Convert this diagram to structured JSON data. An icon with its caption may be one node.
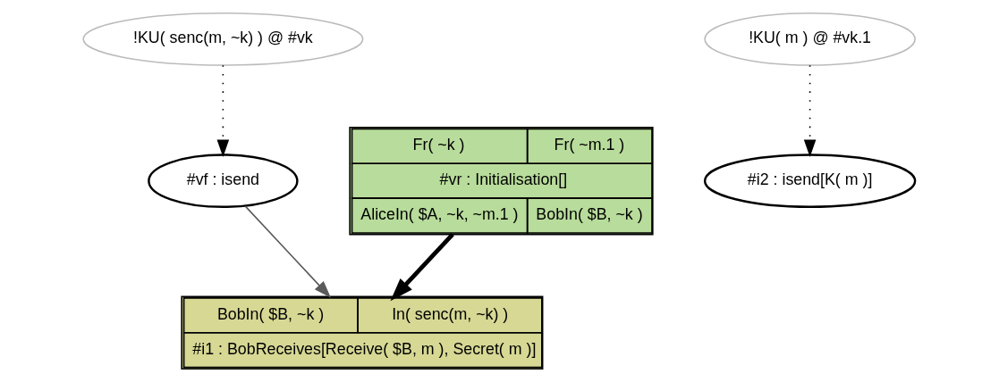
{
  "diagram": {
    "nodes": [
      {
        "text": [
          "!KU( senc(m, ~k) ) @ #vk"
        ]
      },
      {
        "text": [
          "!KU( m ) @ #vk.1"
        ]
      },
      {
        "text": [
          "Fr( ~k )",
          "Fr( ~m.1 )",
          "#vr : Initialisation[]",
          "AliceIn( $A, ~k, ~m.1 )",
          "BobIn( $B, ~k )"
        ]
      },
      {
        "text": [
          "#vf : isend"
        ]
      },
      {
        "text": [
          "#i2 : isend[K( m )]"
        ]
      },
      {
        "text": [
          "BobIn( $B, ~k )",
          "In( senc(m, ~k) )",
          "#i1 : BobReceives[Receive( $B, m ), Secret( m )]"
        ]
      }
    ],
    "edges": [
      {
        "from": 0,
        "to": 3,
        "arrow": "to",
        "style": "dashed"
      },
      {
        "from": 1,
        "to": 4,
        "arrow": "to",
        "style": "dashed"
      },
      {
        "from": 3,
        "to": 5,
        "arrow": "to",
        "color": "#5a5a5a"
      },
      {
        "from": 2,
        "to": 5,
        "arrow": "to",
        "style": "thick"
      }
    ]
  }
}
